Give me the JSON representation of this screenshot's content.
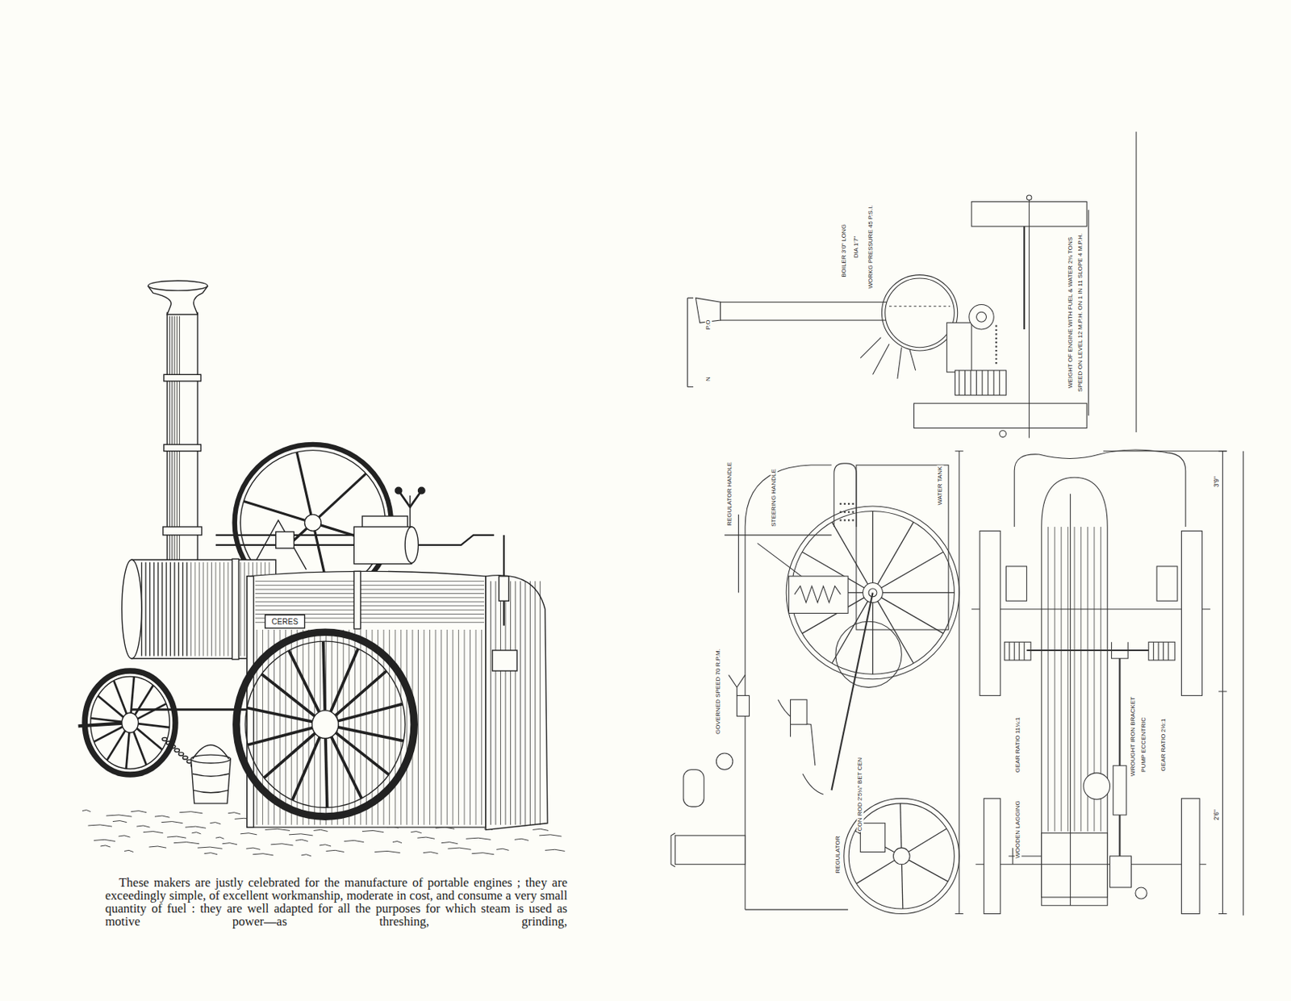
{
  "diagram": {
    "caption": "These makers are justly celebrated for the manufacture of portable engines ; they are exceedingly simple, of excellent workmanship, moderate in cost, and consume a very small quantity of fuel : they are well adapted for all the purposes for which steam is used as motive power—as threshing, grinding,",
    "labels": [
      "CERES",
      "BOILER 3'0\" LONG",
      "DIA 1'7\"",
      "WORKG PRESSURE 45 P.S.I.",
      "WEIGHT OF ENGINE WITH FUEL & WATER 2¾ TONS",
      "SPEED ON LEVEL 12 M.P.H. ON 1 IN 11 SLOPE 4 M.P.H.",
      "P.O",
      "N",
      "REGULATOR HANDLE",
      "STEERING HANDLE",
      "WATER TANK",
      "GOVERNED SPEED 70 R.P.M.",
      "CON ROD 2'5¼\" BET CEN",
      "REGULATOR",
      "3'9\"",
      "2'6\"",
      "GEAR RATIO 11¼:1",
      "WOODEN LAGGING",
      "WROUGHT IRON BRACKET",
      "PUMP ECCENTRIC",
      "GEAR RATIO 2½:1"
    ]
  }
}
